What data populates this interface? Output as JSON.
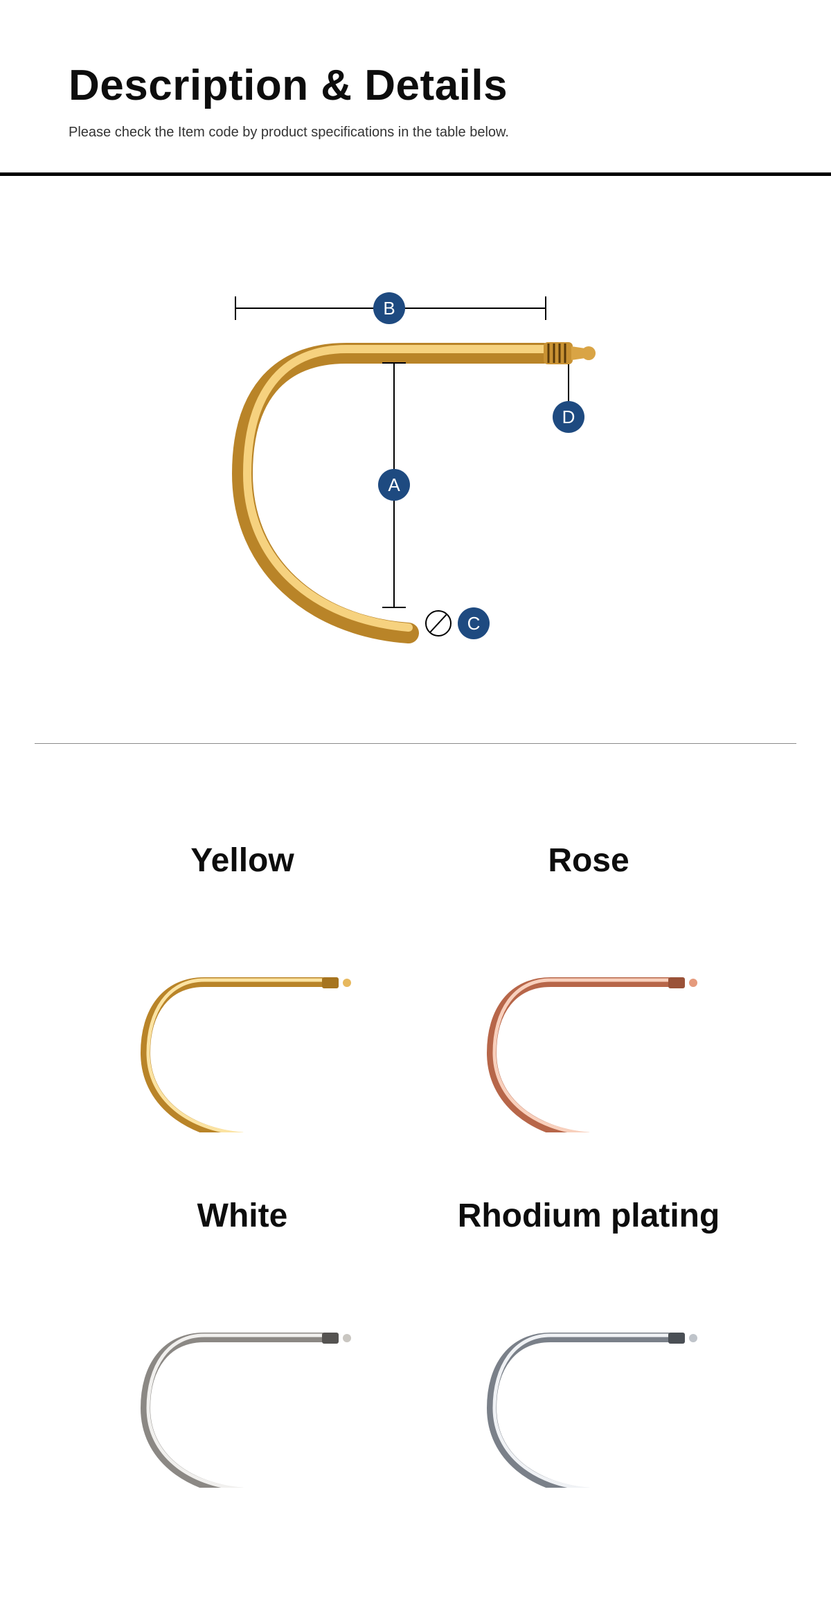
{
  "header": {
    "title": "Description & Details",
    "subtitle": "Please check the Item code by product specifications in the table below."
  },
  "diagram": {
    "labels": {
      "a": "A",
      "b": "B",
      "c": "C",
      "d": "D"
    },
    "marker_color": "#1e4a80"
  },
  "variants": [
    {
      "label": "Yellow",
      "color_light": "#fbe3a2",
      "color_mid": "#e7b85e",
      "color_dark": "#b98428"
    },
    {
      "label": "Rose",
      "color_light": "#f8d0bd",
      "color_mid": "#e59a7c",
      "color_dark": "#b76649"
    },
    {
      "label": "White",
      "color_light": "#f1f0ee",
      "color_mid": "#c9c6c1",
      "color_dark": "#8b8884"
    },
    {
      "label": "Rhodium plating",
      "color_light": "#f0f2f5",
      "color_mid": "#bfc4ca",
      "color_dark": "#7a8089"
    }
  ]
}
